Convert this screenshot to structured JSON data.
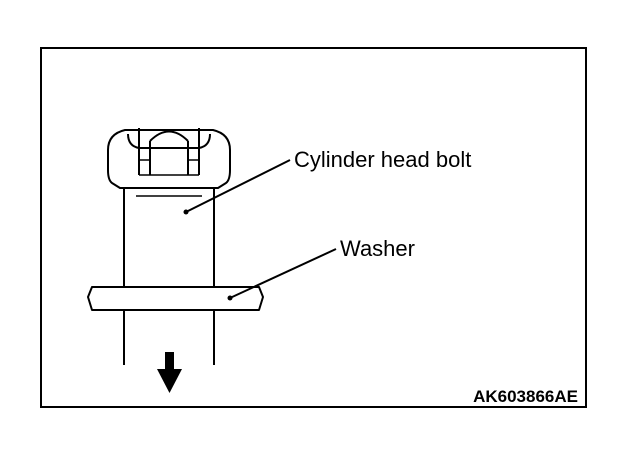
{
  "labels": {
    "bolt": "Cylinder head bolt",
    "washer": "Washer"
  },
  "figure_code": "AK603866AE",
  "colors": {
    "stroke": "#000000",
    "background": "#ffffff"
  },
  "icons": {
    "direction": "down-arrow-icon"
  }
}
